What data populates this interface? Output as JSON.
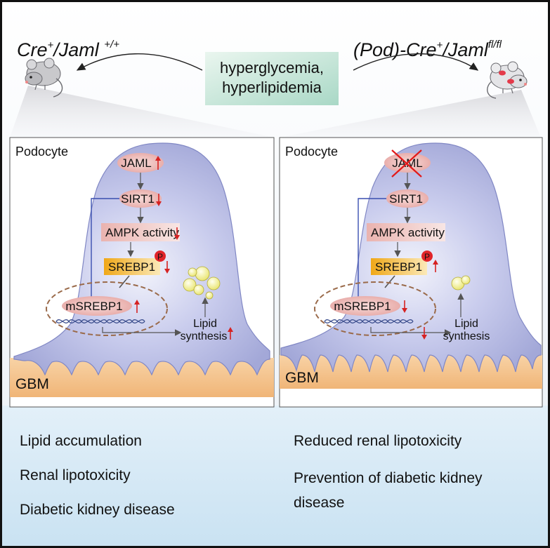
{
  "header": {
    "left_genotype": {
      "base": "Cre",
      "plus": "+",
      "gene": "/Jaml ",
      "sup": "+/+"
    },
    "right_genotype": {
      "prefix": "(",
      "pod": "Pod",
      "mid": ")-Cre",
      "plus": "+",
      "gene": "/Jaml",
      "sup": "fl/fl"
    },
    "condition": [
      "hyperglycemia,",
      "hyperlipidemia"
    ]
  },
  "panels": {
    "left": {
      "cell_label": "Podocyte",
      "jaml": "JAML",
      "sirt1": "SIRT1",
      "ampk": "AMPK activity",
      "srebp1": "SREBP1",
      "phospho": "P",
      "msrebp1": "mSREBP1",
      "lipid_synthesis": [
        "Lipid",
        "synthesis"
      ],
      "gbm": "GBM"
    },
    "right": {
      "cell_label": "Podocyte",
      "jaml": "JAML",
      "sirt1": "SIRT1",
      "ampk": "AMPK activity",
      "srebp1": "SREBP1",
      "phospho": "P",
      "msrebp1": "mSREBP1",
      "lipid_synthesis": [
        "Lipid",
        "synthesis"
      ],
      "gbm": "GBM"
    }
  },
  "outcomes": {
    "left": [
      "Lipid accumulation",
      "Renal lipotoxicity",
      "Diabetic kidney disease"
    ],
    "right": [
      "Reduced renal lipotoxicity",
      "Prevention of diabetic kidney",
      "disease"
    ]
  },
  "colors": {
    "cell": "#b9bde3",
    "node_fill": "#eeb9b6",
    "srebp_fill": "#f3b833",
    "gbm": "#f4c48f",
    "arrow_up_down": "#d62222",
    "condition_box": "#cfe9df",
    "bottom_panel": "#d7ebf7"
  }
}
